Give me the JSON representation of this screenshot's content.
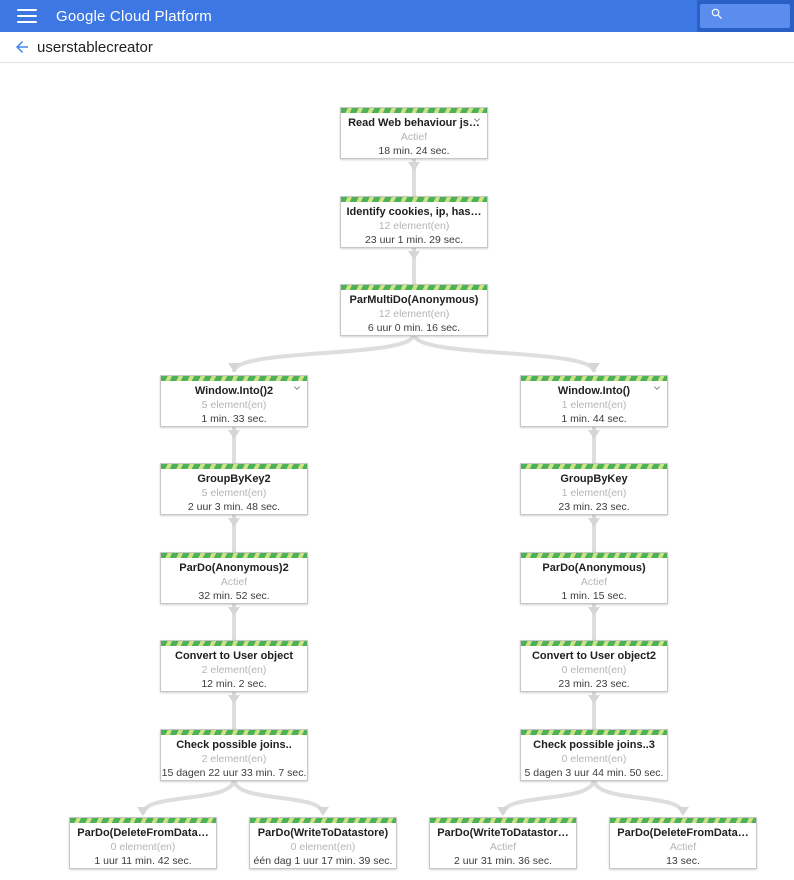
{
  "header": {
    "product": "Google Cloud Platform"
  },
  "toolbar": {
    "title": "userstablecreator"
  },
  "colors": {
    "appbar_blue": "#3d77e3",
    "search_area_blue": "#2a5fc4",
    "accent_blue": "#4285f4",
    "running_stripe_green": "#4db159",
    "running_stripe_light": "#cde284"
  },
  "graph": {
    "nodes": [
      {
        "title": "Read Web behaviour js…",
        "subtitle": "Actief",
        "duration": "18 min. 24 sec."
      },
      {
        "title": "Identify cookies, ip, has…",
        "subtitle": "12 element(en)",
        "duration": "23 uur 1 min. 29 sec."
      },
      {
        "title": "ParMultiDo(Anonymous)",
        "subtitle": "12 element(en)",
        "duration": "6 uur 0 min. 16 sec."
      },
      {
        "title": "Window.Into()2",
        "subtitle": "5 element(en)",
        "duration": "1 min. 33 sec."
      },
      {
        "title": "Window.Into()",
        "subtitle": "1 element(en)",
        "duration": "1 min. 44 sec."
      },
      {
        "title": "GroupByKey2",
        "subtitle": "5 element(en)",
        "duration": "2 uur 3 min. 48 sec."
      },
      {
        "title": "GroupByKey",
        "subtitle": "1 element(en)",
        "duration": "23 min. 23 sec."
      },
      {
        "title": "ParDo(Anonymous)2",
        "subtitle": "Actief",
        "duration": "32 min. 52 sec."
      },
      {
        "title": "ParDo(Anonymous)",
        "subtitle": "Actief",
        "duration": "1 min. 15 sec."
      },
      {
        "title": "Convert to User object",
        "subtitle": "2 element(en)",
        "duration": "12 min. 2 sec."
      },
      {
        "title": "Convert to User object2",
        "subtitle": "0 element(en)",
        "duration": "23 min. 23 sec."
      },
      {
        "title": "Check possible joins..",
        "subtitle": "2 element(en)",
        "duration": "15 dagen 22 uur 33 min. 7 sec."
      },
      {
        "title": "Check possible joins..3",
        "subtitle": "0 element(en)",
        "duration": "5 dagen 3 uur 44 min. 50 sec."
      },
      {
        "title": "ParDo(DeleteFromData…",
        "subtitle": "0 element(en)",
        "duration": "1 uur 11 min. 42 sec."
      },
      {
        "title": "ParDo(WriteToDatastore)",
        "subtitle": "0 element(en)",
        "duration": "één dag 1 uur 17 min. 39 sec."
      },
      {
        "title": "ParDo(WriteToDatastor…",
        "subtitle": "Actief",
        "duration": "2 uur 31 min. 36 sec."
      },
      {
        "title": "ParDo(DeleteFromData…",
        "subtitle": "Actief",
        "duration": "13 sec."
      }
    ]
  }
}
